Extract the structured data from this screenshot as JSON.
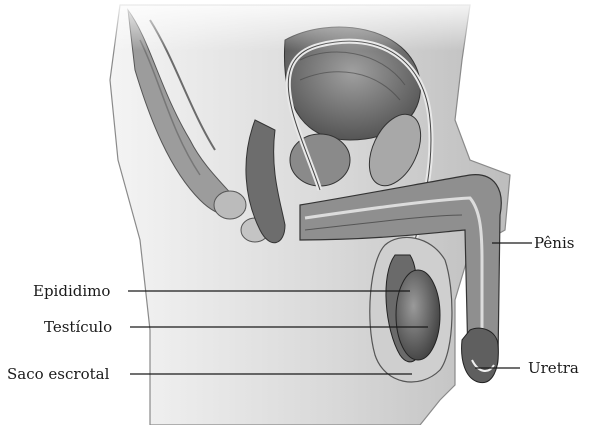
{
  "labels": {
    "penis": "Pênis",
    "epididymis": "Epididimo",
    "testicle": "Testículo",
    "scrotal_sac": "Saco escrotal",
    "urethra": "Uretra"
  }
}
